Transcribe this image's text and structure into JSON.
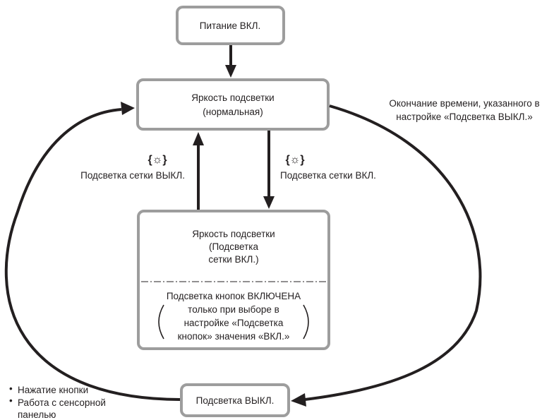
{
  "nodes": {
    "power_on": {
      "label": "Питание ВКЛ."
    },
    "normal": {
      "line1": "Яркость подсветки",
      "line2": "(нормальная)"
    },
    "grid_on": {
      "line1": "Яркость подсветки",
      "line2": "(Подсветка",
      "line3": "сетки ВКЛ.)",
      "note1": "Подсветка кнопок ВКЛЮЧЕНА",
      "note2": "только при выборе в",
      "note3": "настройке «Подсветка",
      "note4": "кнопок» значения «ВКЛ.»"
    },
    "backlight_off": {
      "label": "Подсветка ВЫКЛ."
    }
  },
  "edges": {
    "grid_off_label": "Подсветка сетки ВЫКЛ.",
    "grid_on_label": "Подсветка сетки ВКЛ.",
    "timeout_line1": "Окончание времени, указанного в",
    "timeout_line2": "настройке «Подсветка ВЫКЛ.»",
    "wake_item1": "Нажатие кнопки",
    "wake_item2": "Работа с сенсорной",
    "wake_item3": "панелью",
    "bullet": "•"
  },
  "icons": {
    "grid_icon": "button-with-sun-icon",
    "grid_icon_glyph": "{☼}"
  }
}
